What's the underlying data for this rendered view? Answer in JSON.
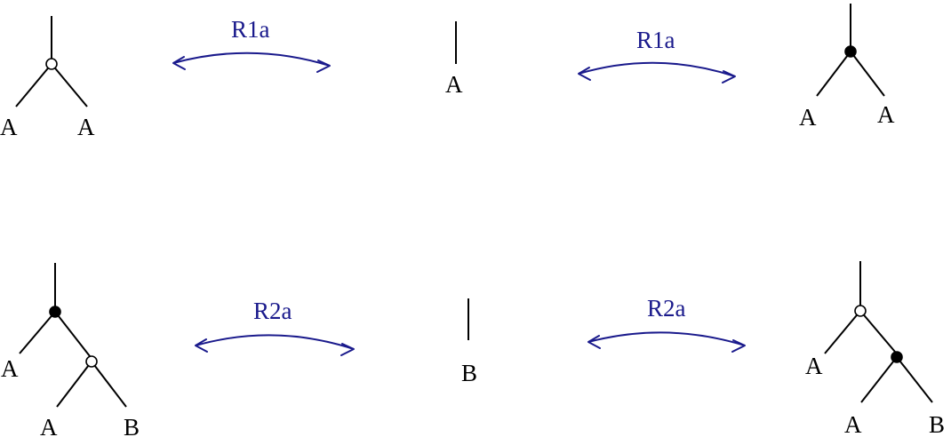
{
  "colors": {
    "arrow": "#1a1a8c",
    "line": "#000000"
  },
  "relations": [
    {
      "label": "R1a"
    },
    {
      "label": "R1a"
    },
    {
      "label": "R2a"
    },
    {
      "label": "R2a"
    }
  ],
  "trees": {
    "t1": {
      "nodes": [
        "open"
      ],
      "leaves": [
        "A",
        "A"
      ]
    },
    "t2": {
      "nodes": [],
      "leaves": [
        "A"
      ]
    },
    "t3": {
      "nodes": [
        "filled"
      ],
      "leaves": [
        "A",
        "A"
      ]
    },
    "t4": {
      "nodes": [
        "filled",
        "open"
      ],
      "leaves": [
        "A",
        "A",
        "B"
      ]
    },
    "t5": {
      "nodes": [],
      "leaves": [
        "B"
      ]
    },
    "t6": {
      "nodes": [
        "open",
        "filled"
      ],
      "leaves": [
        "A",
        "A",
        "B"
      ]
    }
  }
}
